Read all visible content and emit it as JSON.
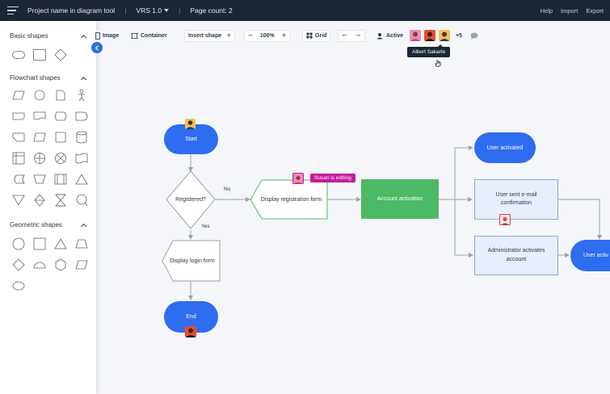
{
  "topbar": {
    "title": "Project name in diagram tool",
    "version": "VRS 1.0",
    "page_count": "Page count: 2",
    "links": [
      "Help",
      "Import",
      "Export"
    ]
  },
  "sidebar": {
    "sections": [
      {
        "title": "Basic shapes"
      },
      {
        "title": "Flowchart shapes"
      },
      {
        "title": "Geometric shapes"
      }
    ]
  },
  "toolbar": {
    "image_label": "Image",
    "container_label": "Container",
    "insert_shape_label": "Insert shape",
    "zoom": "100%",
    "grid_label": "Grid",
    "active_label": "Active",
    "more_users": "+5",
    "tooltip": "Albert Sakarte"
  },
  "diagram": {
    "start": "Start",
    "registered": "Registered?",
    "no_label": "No",
    "yes_label": "Yes",
    "display_registration": "Display registration form",
    "display_login": "Display login form",
    "end": "End",
    "account_activation": "Account activation",
    "user_activated": "User activated",
    "user_sent_email": "User sent e-mail confirmation",
    "admin_activates": "Administrator activates account",
    "user_active_partial": "User activ",
    "editing_badge": "Susan is editing"
  },
  "colors": {
    "topbar": "#1c2635",
    "accent_blue": "#2e6cf0",
    "green": "#4cb964",
    "magenta": "#c41c9e",
    "box_fill": "#e8eefc"
  }
}
